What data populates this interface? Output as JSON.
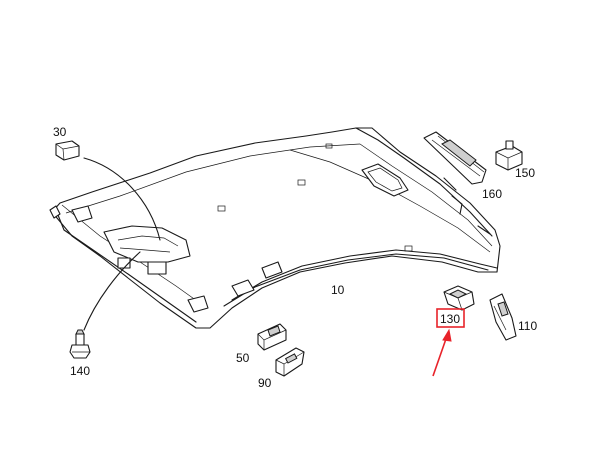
{
  "labels": {
    "part_30": "30",
    "part_150": "150",
    "part_160": "160",
    "part_10": "10",
    "part_130": "130",
    "part_110": "110",
    "part_50": "50",
    "part_90": "90",
    "part_140": "140"
  },
  "highlight": {
    "part": "130",
    "box_color": "#e8232a",
    "arrow_color": "#e8232a"
  }
}
